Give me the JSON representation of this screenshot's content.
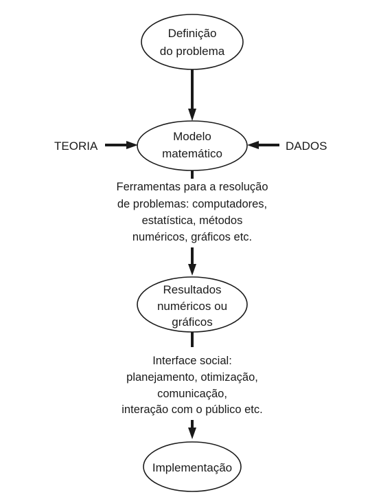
{
  "nodes": {
    "definicao": [
      "Definição",
      "do problema"
    ],
    "modelo": [
      "Modelo",
      "matemático"
    ],
    "resultados": [
      "Resultados",
      "numéricos ou",
      "gráficos"
    ],
    "implementacao": [
      "Implementação"
    ]
  },
  "inputs": {
    "teoria": "TEORIA",
    "dados": "DADOS"
  },
  "edge_labels": {
    "ferramentas": [
      "Ferramentas para a resolução",
      "de problemas: computadores,",
      "estatística, métodos",
      "numéricos, gráficos etc."
    ],
    "interface": [
      "Interface social:",
      "planejamento, otimização,",
      "comunicação,",
      "interação com o público etc."
    ]
  },
  "colors": {
    "stroke": "#1a1a1a",
    "background": "#ffffff"
  }
}
